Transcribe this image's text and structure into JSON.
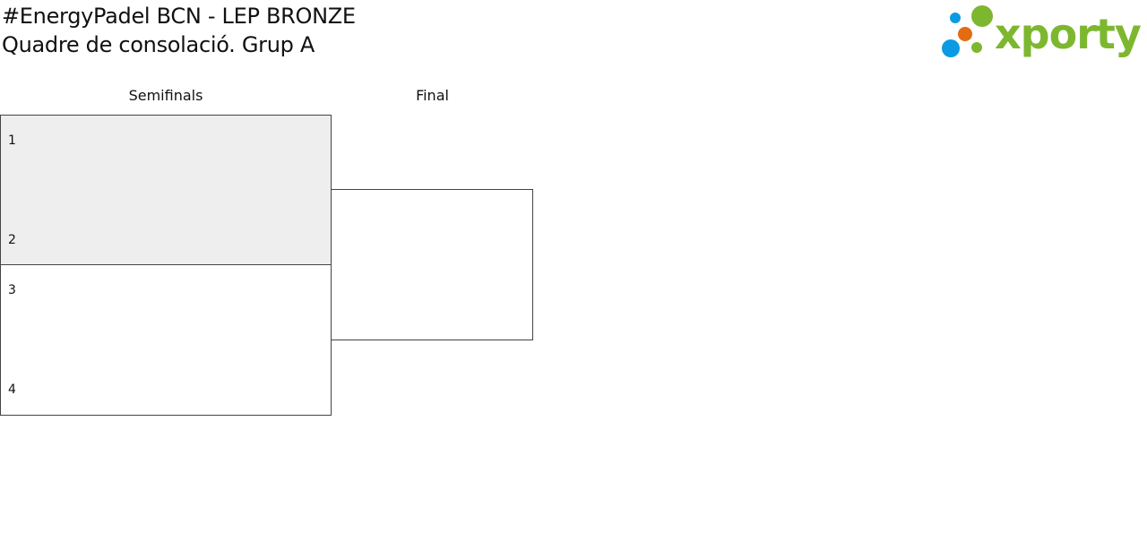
{
  "header": {
    "title": "#EnergyPadel BCN - LEP BRONZE",
    "subtitle": "Quadre de consolació. Grup A"
  },
  "logo": {
    "text": "xporty",
    "colors": {
      "green": "#7db72f",
      "blue": "#0a9be3",
      "orange": "#e36b12"
    }
  },
  "rounds": [
    {
      "label": "Semifinals"
    },
    {
      "label": "Final"
    }
  ],
  "matches": [
    {
      "top_seed": "1",
      "bottom_seed": "2",
      "highlight": "#eeeeee"
    },
    {
      "top_seed": "3",
      "bottom_seed": "4",
      "highlight": "#ffffff"
    }
  ],
  "colors": {
    "border": "#444444",
    "text": "#111111"
  }
}
